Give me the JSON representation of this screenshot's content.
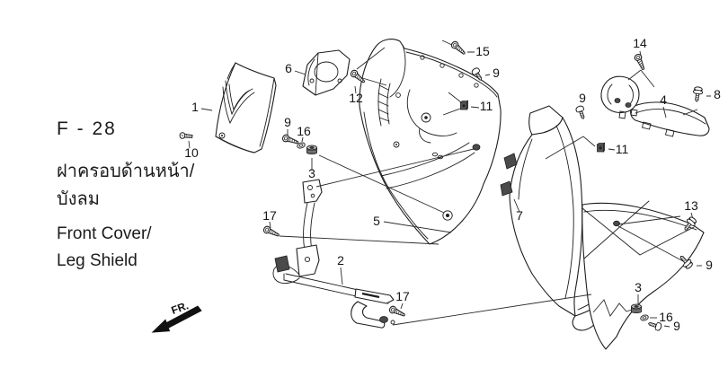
{
  "page": {
    "code": "F - 28",
    "title_th_line1": "ฝาครอบด้านหน้า/",
    "title_th_line2": "บังลม",
    "title_en_line1": "Front Cover/",
    "title_en_line2": "Leg Shield",
    "direction_label": "FR."
  },
  "diagram": {
    "type": "exploded-parts-diagram",
    "colors": {
      "line": "#1e1e1e",
      "background": "#ffffff",
      "shaded_hardware": "#4a4a4a"
    },
    "callouts": {
      "c1": "1",
      "c10": "10",
      "c6": "6",
      "c12": "12",
      "c15": "15",
      "c9a": "9",
      "c11a": "11",
      "c14": "14",
      "c9b": "9",
      "c4": "4",
      "c8": "8",
      "c11b": "11",
      "c9c": "9",
      "c16a": "16",
      "c3a": "3",
      "c5": "5",
      "c17a": "17",
      "c2": "2",
      "c17b": "17",
      "c7": "7",
      "c13": "13",
      "c9d": "9",
      "c3b": "3",
      "c16b": "16",
      "c9e": "9"
    }
  }
}
